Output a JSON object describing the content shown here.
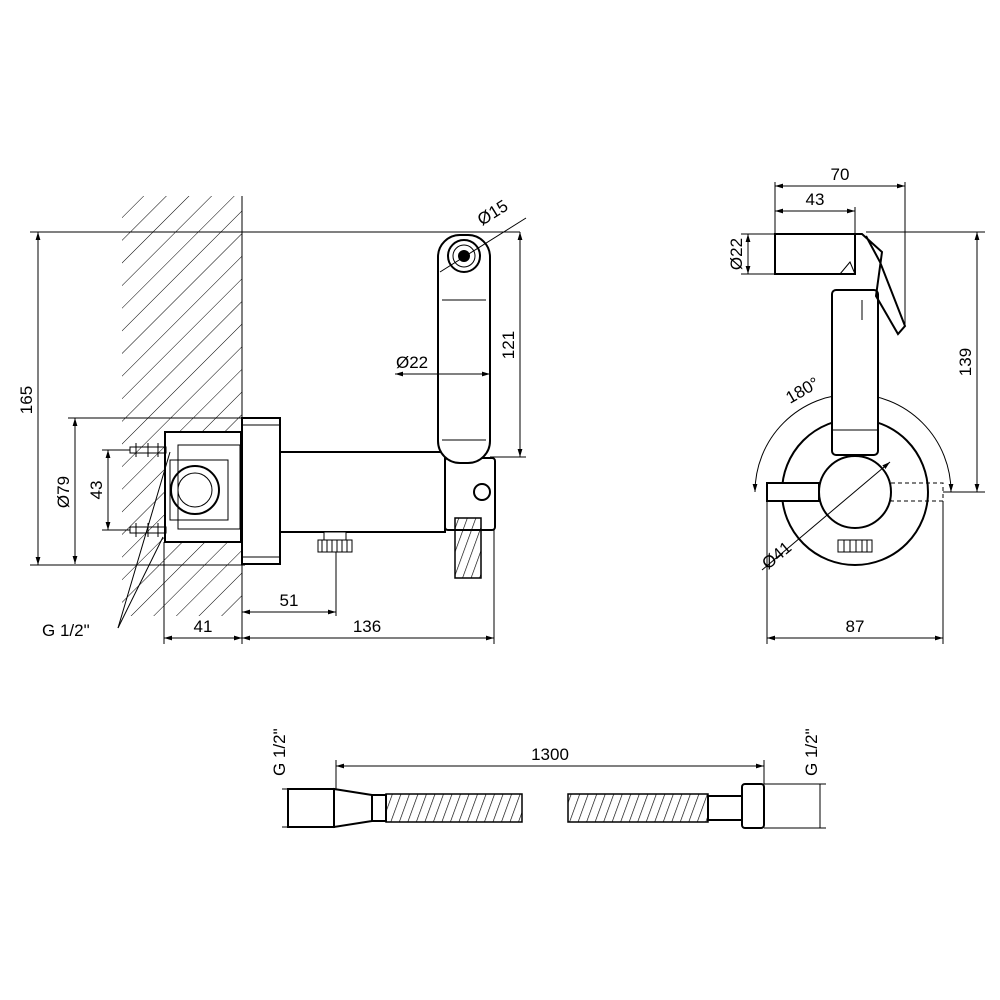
{
  "dimensions": {
    "side_height_total": "165",
    "side_flange_dia": "Ø79",
    "side_inner": "43",
    "side_thread": "G 1/2\"",
    "side_depth": "41",
    "side_length": "136",
    "side_outlet": "51",
    "head_dia_15": "Ø15",
    "head_dia_22": "Ø22",
    "head_height": "121",
    "front_width_70": "70",
    "front_width_43": "43",
    "front_dia_22": "Ø22",
    "front_height": "139",
    "front_angle": "180°",
    "front_rosette_dia": "Ø41",
    "front_width_87": "87",
    "hose_length": "1300",
    "hose_thread_left": "G 1/2\"",
    "hose_thread_right": "G 1/2\""
  }
}
